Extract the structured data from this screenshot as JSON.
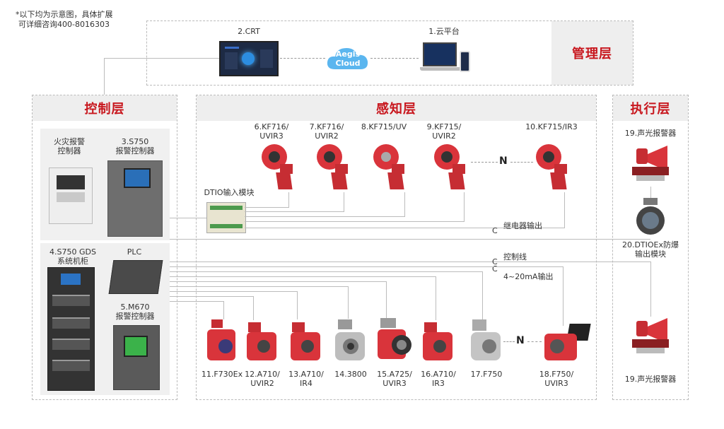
{
  "note": {
    "line1": "*以下均为示意图，具体扩展",
    "line2": "可详细咨询400-8016303"
  },
  "layers": {
    "management": "管理层",
    "control": "控制层",
    "sensing": "感知层",
    "execution": "执行层"
  },
  "management": {
    "crt": "2.CRT",
    "cloud_platform": "1.云平台",
    "cloud_line1": "Aegis",
    "cloud_line2": "Cloud"
  },
  "control": {
    "fire_panel": {
      "line1": "火灾报警",
      "line2": "控制器"
    },
    "s750": {
      "line1": "3.S750",
      "line2": "报警控制器"
    },
    "gds_cabinet": {
      "line1": "4.S750 GDS",
      "line2": "系统机柜"
    },
    "plc": "PLC",
    "m670": {
      "line1": "5.M670",
      "line2": "报警控制器"
    }
  },
  "sensing": {
    "dtio_input": "DTIO输入模块",
    "top_detectors": [
      {
        "line1": "6.KF716/",
        "line2": "UVIR3"
      },
      {
        "line1": "7.KF716/",
        "line2": "UVIR2"
      },
      {
        "line1": "8.KF715/UV",
        "line2": ""
      },
      {
        "line1": "9.KF715/",
        "line2": "UVIR2"
      },
      {
        "line1": "10.KF715/IR3",
        "line2": ""
      }
    ],
    "bottom_detectors": [
      {
        "line1": "11.F730Ex",
        "line2": ""
      },
      {
        "line1": "12.A710/",
        "line2": "UVIR2"
      },
      {
        "line1": "13.A710/",
        "line2": "IR4"
      },
      {
        "line1": "14.3800",
        "line2": ""
      },
      {
        "line1": "15.A725/",
        "line2": "UVIR3"
      },
      {
        "line1": "16.A710/",
        "line2": "IR3"
      },
      {
        "line1": "17.F750",
        "line2": ""
      },
      {
        "line1": "18.F750/",
        "line2": "UVIR3"
      }
    ],
    "n_top": "N",
    "n_bottom": "N",
    "relay_output": "继电器输出",
    "control_line": "控制线",
    "analog_output": "4~20mA输出",
    "c_relay": "C",
    "c_control": "C",
    "c_analog": "C"
  },
  "execution": {
    "alarm_top": "19.声光报警器",
    "dtioex": {
      "line1": "20.DTIOEx防爆",
      "line2": "输出模块"
    },
    "alarm_bottom": "19.声光报警器"
  },
  "colors": {
    "accent": "#c8171e",
    "device_red": "#d9343b",
    "band": "#eeeeee"
  }
}
